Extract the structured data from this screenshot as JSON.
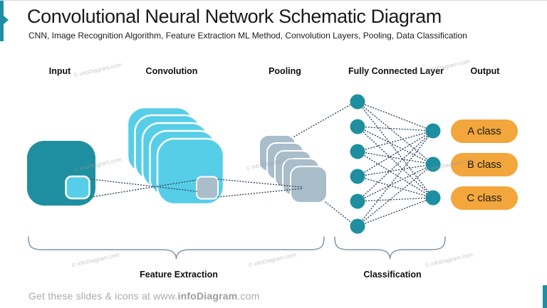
{
  "slide": {
    "title": "Convolutional Neural Network Schematic Diagram",
    "subtitle": "CNN, Image Recognition Algorithm, Feature Extraction ML Method, Convolution Layers, Pooling, Data Classification"
  },
  "columns": [
    {
      "id": "input",
      "label": "Input"
    },
    {
      "id": "convolution",
      "label": "Convolution"
    },
    {
      "id": "pooling",
      "label": "Pooling"
    },
    {
      "id": "fully-connected",
      "label": "Fully Connected Layer"
    },
    {
      "id": "output",
      "label": "Output"
    }
  ],
  "diagram": {
    "convolution_feature_maps": 5,
    "pooling_feature_maps": 5,
    "fully_connected_left_nodes": 6,
    "fully_connected_right_nodes": 3,
    "output_classes": [
      "A class",
      "B class",
      "C class"
    ]
  },
  "braces": [
    {
      "label": "Feature Extraction"
    },
    {
      "label": "Classification"
    }
  ],
  "footer": {
    "prefix": "Get these slides & icons at www.",
    "brand": "infoDiagram",
    "suffix": ".com"
  },
  "watermark": {
    "text": "© infoDiagram.com"
  },
  "colors": {
    "teal": "#1E8FA0",
    "light_blue": "#56CEE8",
    "gray_blue": "#A9BDCB",
    "orange": "#F2A63B",
    "connector": "#3A5068",
    "brace": "#8094AC",
    "text_dark": "#1A1A1A",
    "footer_gray": "#ABABAB",
    "watermark_gray": "#9B9B9B"
  }
}
